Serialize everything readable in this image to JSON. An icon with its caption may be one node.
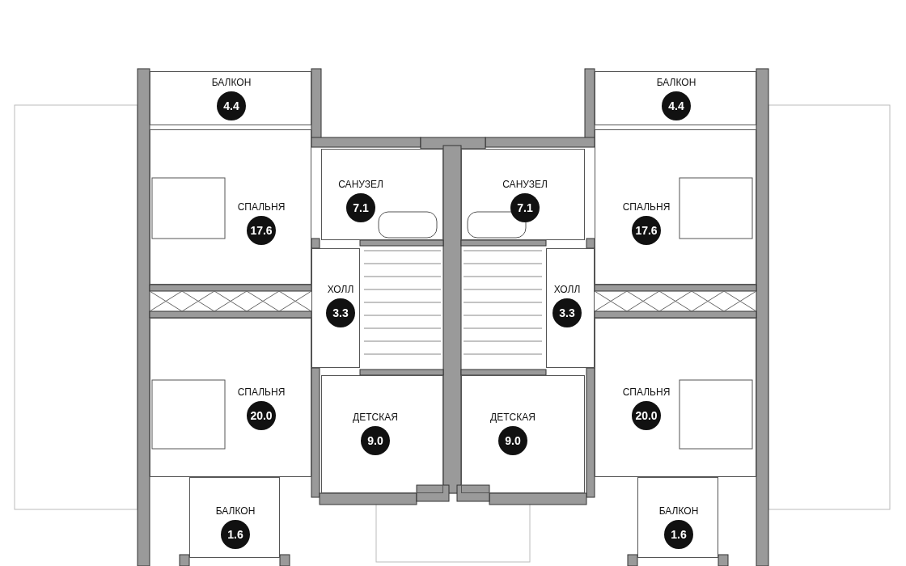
{
  "diagram": {
    "nodes": [
      {
        "text": [
          "БАЛКОН",
          "4.4"
        ]
      },
      {
        "text": [
          "БАЛКОН",
          "4.4"
        ]
      },
      {
        "text": [
          "САНУЗЕЛ",
          "7.1"
        ]
      },
      {
        "text": [
          "САНУЗЕЛ",
          "7.1"
        ]
      },
      {
        "text": [
          "СПАЛЬНЯ",
          "17.6"
        ]
      },
      {
        "text": [
          "СПАЛЬНЯ",
          "17.6"
        ]
      },
      {
        "text": [
          "ХОЛЛ",
          "3.3"
        ]
      },
      {
        "text": [
          "ХОЛЛ",
          "3.3"
        ]
      },
      {
        "text": [
          "СПАЛЬНЯ",
          "20.0"
        ]
      },
      {
        "text": [
          "СПАЛЬНЯ",
          "20.0"
        ]
      },
      {
        "text": [
          "ДЕТСКАЯ",
          "9.0"
        ]
      },
      {
        "text": [
          "ДЕТСКАЯ",
          "9.0"
        ]
      },
      {
        "text": [
          "БАЛКОН",
          "1.6"
        ]
      },
      {
        "text": [
          "БАЛКОН",
          "1.6"
        ]
      }
    ]
  }
}
